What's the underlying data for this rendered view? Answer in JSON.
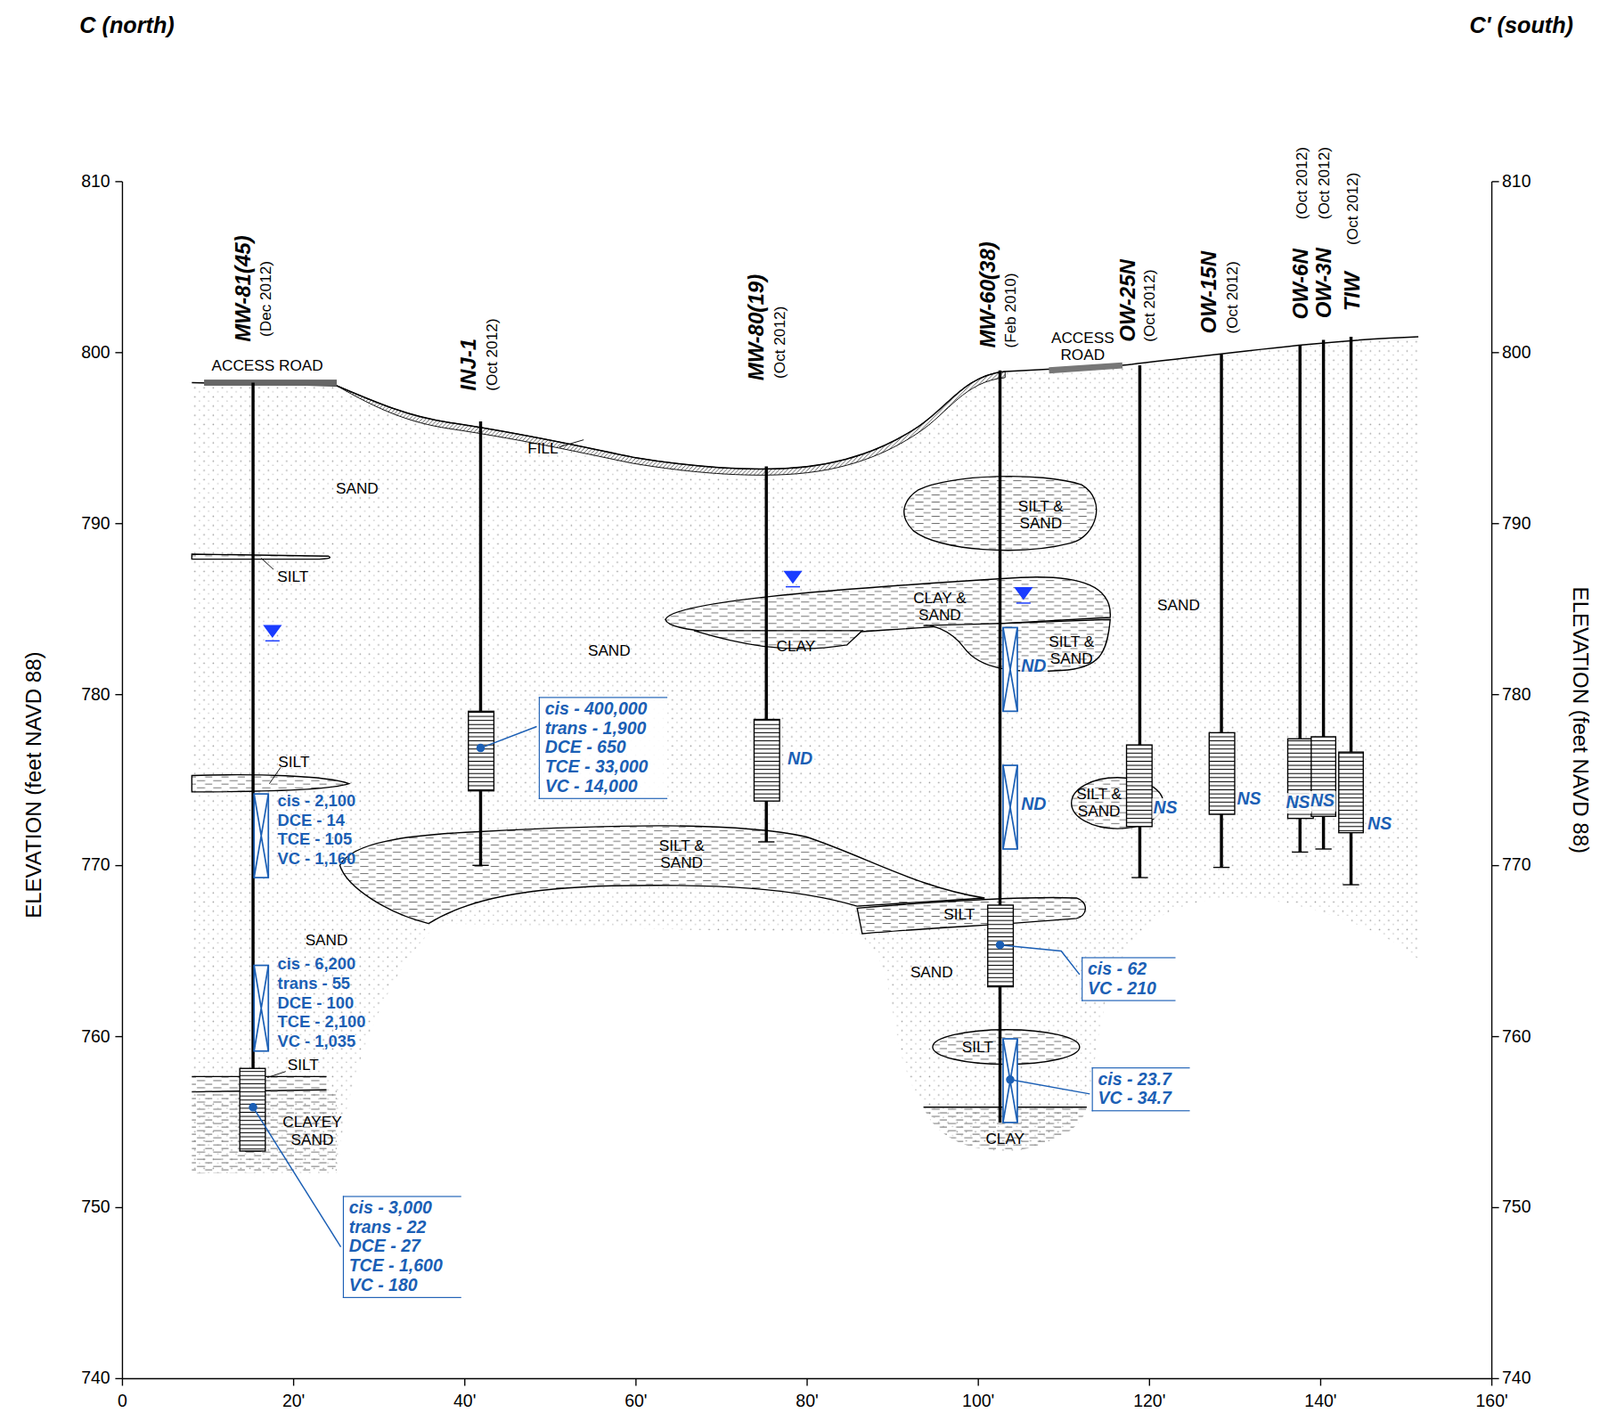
{
  "diagram": {
    "nodes": [
      {
        "text": [
          "cis - 3,000",
          "trans - 22",
          "DCE - 27",
          "TCE - 1,600",
          "VC - 180"
        ]
      },
      {
        "text": [
          "cis - 400,000",
          "trans - 1,900",
          "DCE - 650",
          "TCE - 33,000",
          "VC - 14,000"
        ]
      },
      {
        "text": [
          "cis - 62",
          "VC - 210"
        ]
      },
      {
        "text": [
          "cis - 23.7",
          "VC - 34.7"
        ]
      }
    ],
    "labels": [
      "C (north)",
      "C' (south)",
      "810",
      "800",
      "790",
      "780",
      "770",
      "760",
      "750",
      "740",
      "810",
      "800",
      "790",
      "780",
      "770",
      "760",
      "750",
      "740",
      "0",
      "20'",
      "40'",
      "60'",
      "80'",
      "100'",
      "120'",
      "140'",
      "160'",
      "ELEVATION (feet NAVD 88)",
      "ELEVATION (feet NAVD 88)",
      "MW-81(45)",
      "(Dec 2012)",
      "INJ-1",
      "(Oct 2012)",
      "MW-80(19)",
      "(Oct 2012)",
      "MW-60(38)",
      "(Feb 2010)",
      "OW-25N",
      "(Oct 2012)",
      "OW-15N",
      "(Oct 2012)",
      "OW-6N",
      "(Oct 2012)",
      "OW-3N",
      "(Oct 2012)",
      "TIW",
      "(Oct 2012)",
      "ACCESS ROAD",
      "ACCESS ROAD",
      "SAND",
      "SILT",
      "FILL",
      "SAND",
      "SILT & SAND",
      "CLAY & SAND",
      "CLAY",
      "SILT & SAND",
      "SAND",
      "SILT",
      "SILT & SAND",
      "SILT & SAND",
      "SAND",
      "SILT",
      "SAND",
      "SILT",
      "SILT",
      "CLAYEY SAND",
      "CLAY",
      "cis - 2,100",
      "DCE - 14",
      "TCE - 105",
      "VC - 1,160",
      "cis - 6,200",
      "trans - 55",
      "DCE - 100",
      "TCE - 2,100",
      "VC - 1,035",
      "ND",
      "ND",
      "ND",
      "NS",
      "NS",
      "NS",
      "NS",
      "NS"
    ]
  }
}
